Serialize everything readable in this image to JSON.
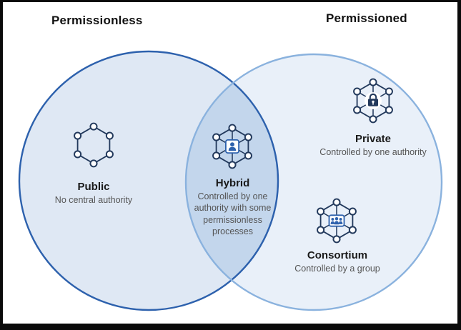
{
  "diagram": {
    "left_title": "Permissionless",
    "right_title": "Permissioned",
    "regions": {
      "public": {
        "label": "Public",
        "description": "No central authority"
      },
      "hybrid": {
        "label": "Hybrid",
        "description": "Controlled by one authority with some permissionless processes"
      },
      "private": {
        "label": "Private",
        "description": "Controlled by one authority"
      },
      "consortium": {
        "label": "Consortium",
        "description": "Controlled by a group"
      }
    },
    "icons": {
      "public": "network-hexagon-icon",
      "hybrid": "network-hexagon-person-icon",
      "private": "network-hexagon-lock-icon",
      "consortium": "network-hexagon-group-icon"
    },
    "colors": {
      "left_circle_fill": "#dfe8f4",
      "left_circle_stroke": "#2d61ad",
      "right_circle_fill": "#e9f0f9",
      "right_circle_stroke": "#8ab2de",
      "overlap_fill": "#c3d6ec",
      "icon_dark": "#22395c",
      "icon_accent": "#2d61ad",
      "title_text": "#111111",
      "label_text": "#1a1a1a",
      "description_text": "#555555",
      "frame_border": "#0a0a0a"
    }
  }
}
